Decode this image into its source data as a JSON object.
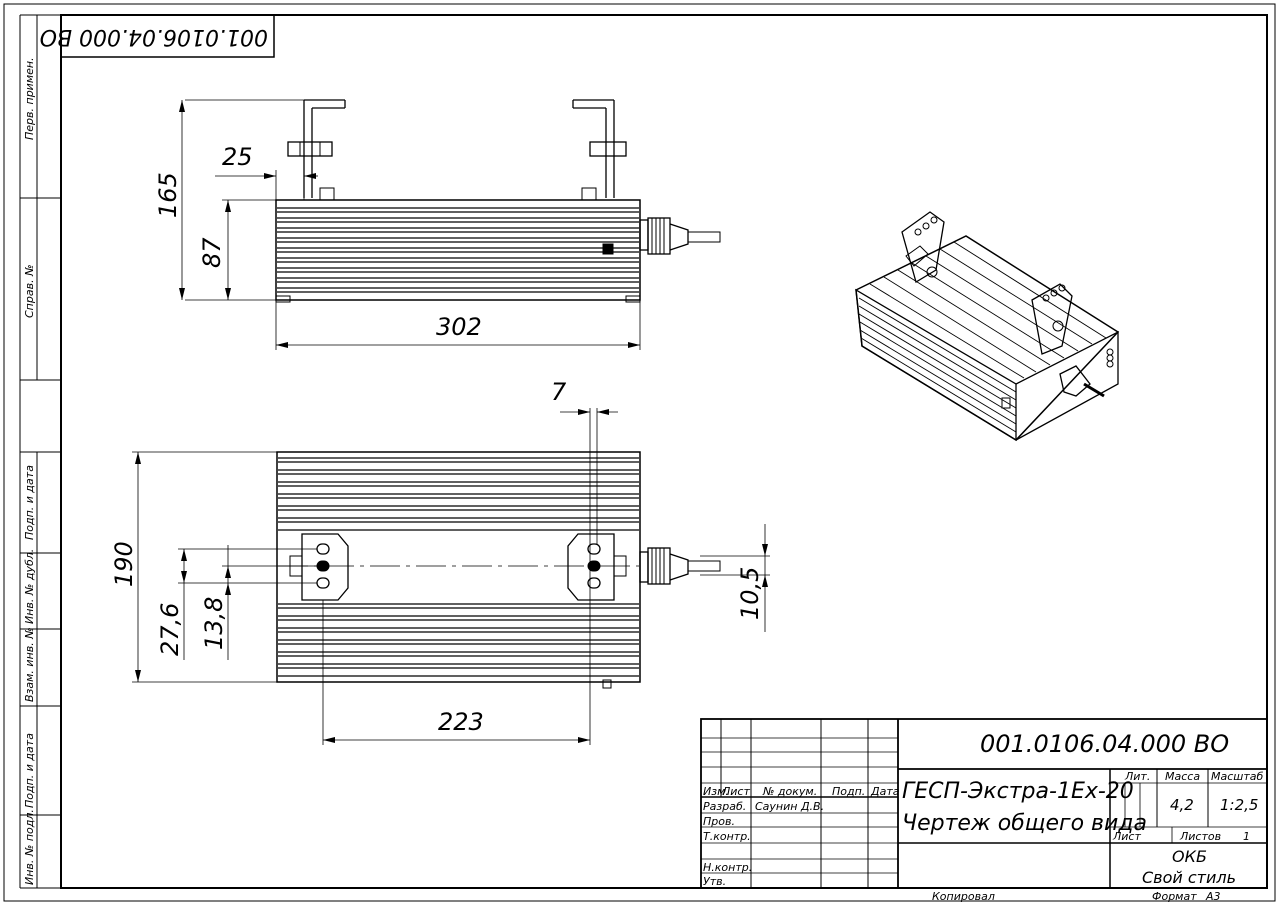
{
  "designation": "001.0106.04.000 ВО",
  "rotated_designation": "001.0106.04.000 ВО",
  "product_name": "ГЕСП-Экстра-1Ех-20",
  "drawing_name": "Чертеж общего вида",
  "left_strip": {
    "perv_primen": "Перв. примен.",
    "sprav_no": "Справ. №",
    "podp_data_1": "Подп. и дата",
    "inv_dubl": "Инв. № дубл.",
    "vzam_inv": "Взам. инв. №",
    "podp_data_2": "Подп. и дата",
    "inv_podl": "Инв. № подл."
  },
  "dimensions": {
    "d25": "25",
    "d165": "165",
    "d87": "87",
    "d302": "302",
    "d7": "7",
    "d190": "190",
    "d27_6": "27,6",
    "d13_8": "13,8",
    "d223": "223",
    "d10_5": "10,5"
  },
  "title_block": {
    "izm": "Изм.",
    "list": "Лист",
    "n_dokum": "№ докум.",
    "podp": "Подп.",
    "data": "Дата",
    "razrab": "Разраб.",
    "razrab_name": "Саунин Д.В.",
    "prov": "Пров.",
    "t_kontr": "Т.контр.",
    "n_kontr": "Н.контр.",
    "utv": "Утв.",
    "lit": "Лит.",
    "massa": "Масса",
    "masshtab": "Масштаб",
    "massa_value": "4,2",
    "masshtab_value": "1:2,5",
    "list_label": "Лист",
    "listov_label": "Листов",
    "listov_value": "1",
    "org_line1": "ОКБ",
    "org_line2": "Свой стиль"
  },
  "footer": {
    "kopiroval": "Копировал",
    "format": "Формат",
    "format_value": "А3"
  }
}
